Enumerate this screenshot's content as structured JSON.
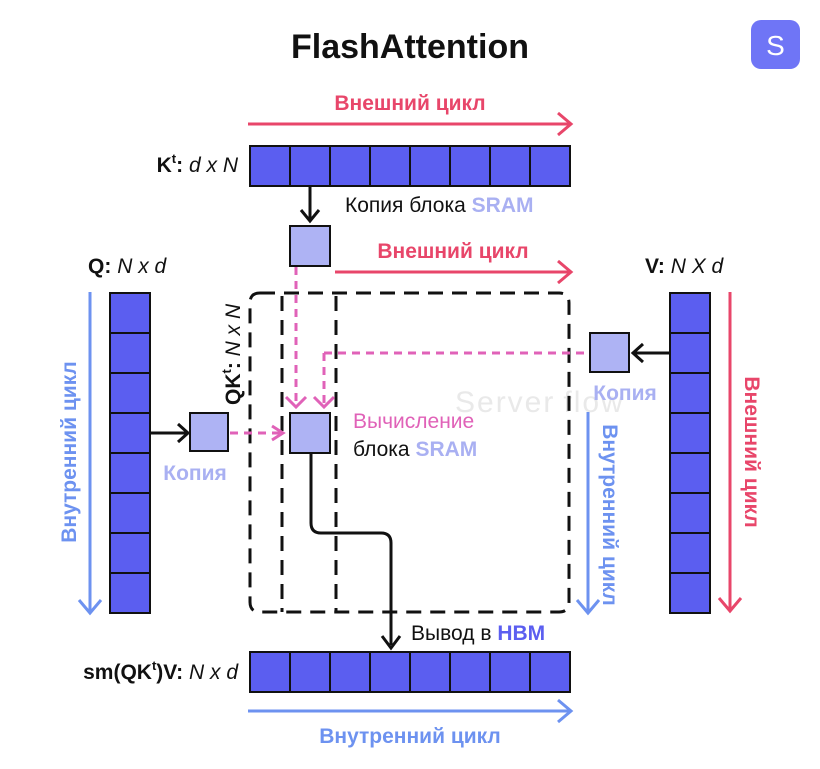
{
  "title": "FlashAttention",
  "logo": {
    "letter": "S"
  },
  "watermark": "Server flow",
  "colors": {
    "cell_fill": "#5b5ef0",
    "cell_stroke": "#111111",
    "sram_block": "#aeb3f4",
    "outer_loop": "#e8466a",
    "inner_loop": "#6d92f0",
    "compute": "#e062b8",
    "logo_bg": "#6f75f6"
  },
  "labels": {
    "outer_loop": "Внешний цикл",
    "inner_loop": "Внутренний цикл",
    "k_matrix": {
      "name": "K",
      "sup": "t",
      "sep": ":",
      "dims": "d x N"
    },
    "q_matrix": {
      "name": "Q",
      "sep": ":",
      "dims": "N x d"
    },
    "v_matrix": {
      "name": "V",
      "sep": ":",
      "dims": "N X d"
    },
    "qk_matrix": {
      "name": "QK",
      "sup": "t",
      "sep": ":",
      "dims": "N x N"
    },
    "out_matrix": {
      "name_pre": "sm(QK",
      "sup": "t",
      "name_post": ")V",
      "sep": ":",
      "dims": "N x d"
    },
    "copy_block_prefix": "Копия блока",
    "sram": "SRAM",
    "copy": "Копия",
    "compute_line1": "Вычисление",
    "compute_line2_prefix": "блока",
    "output_prefix": "Вывод в",
    "hbm": "HBM"
  }
}
